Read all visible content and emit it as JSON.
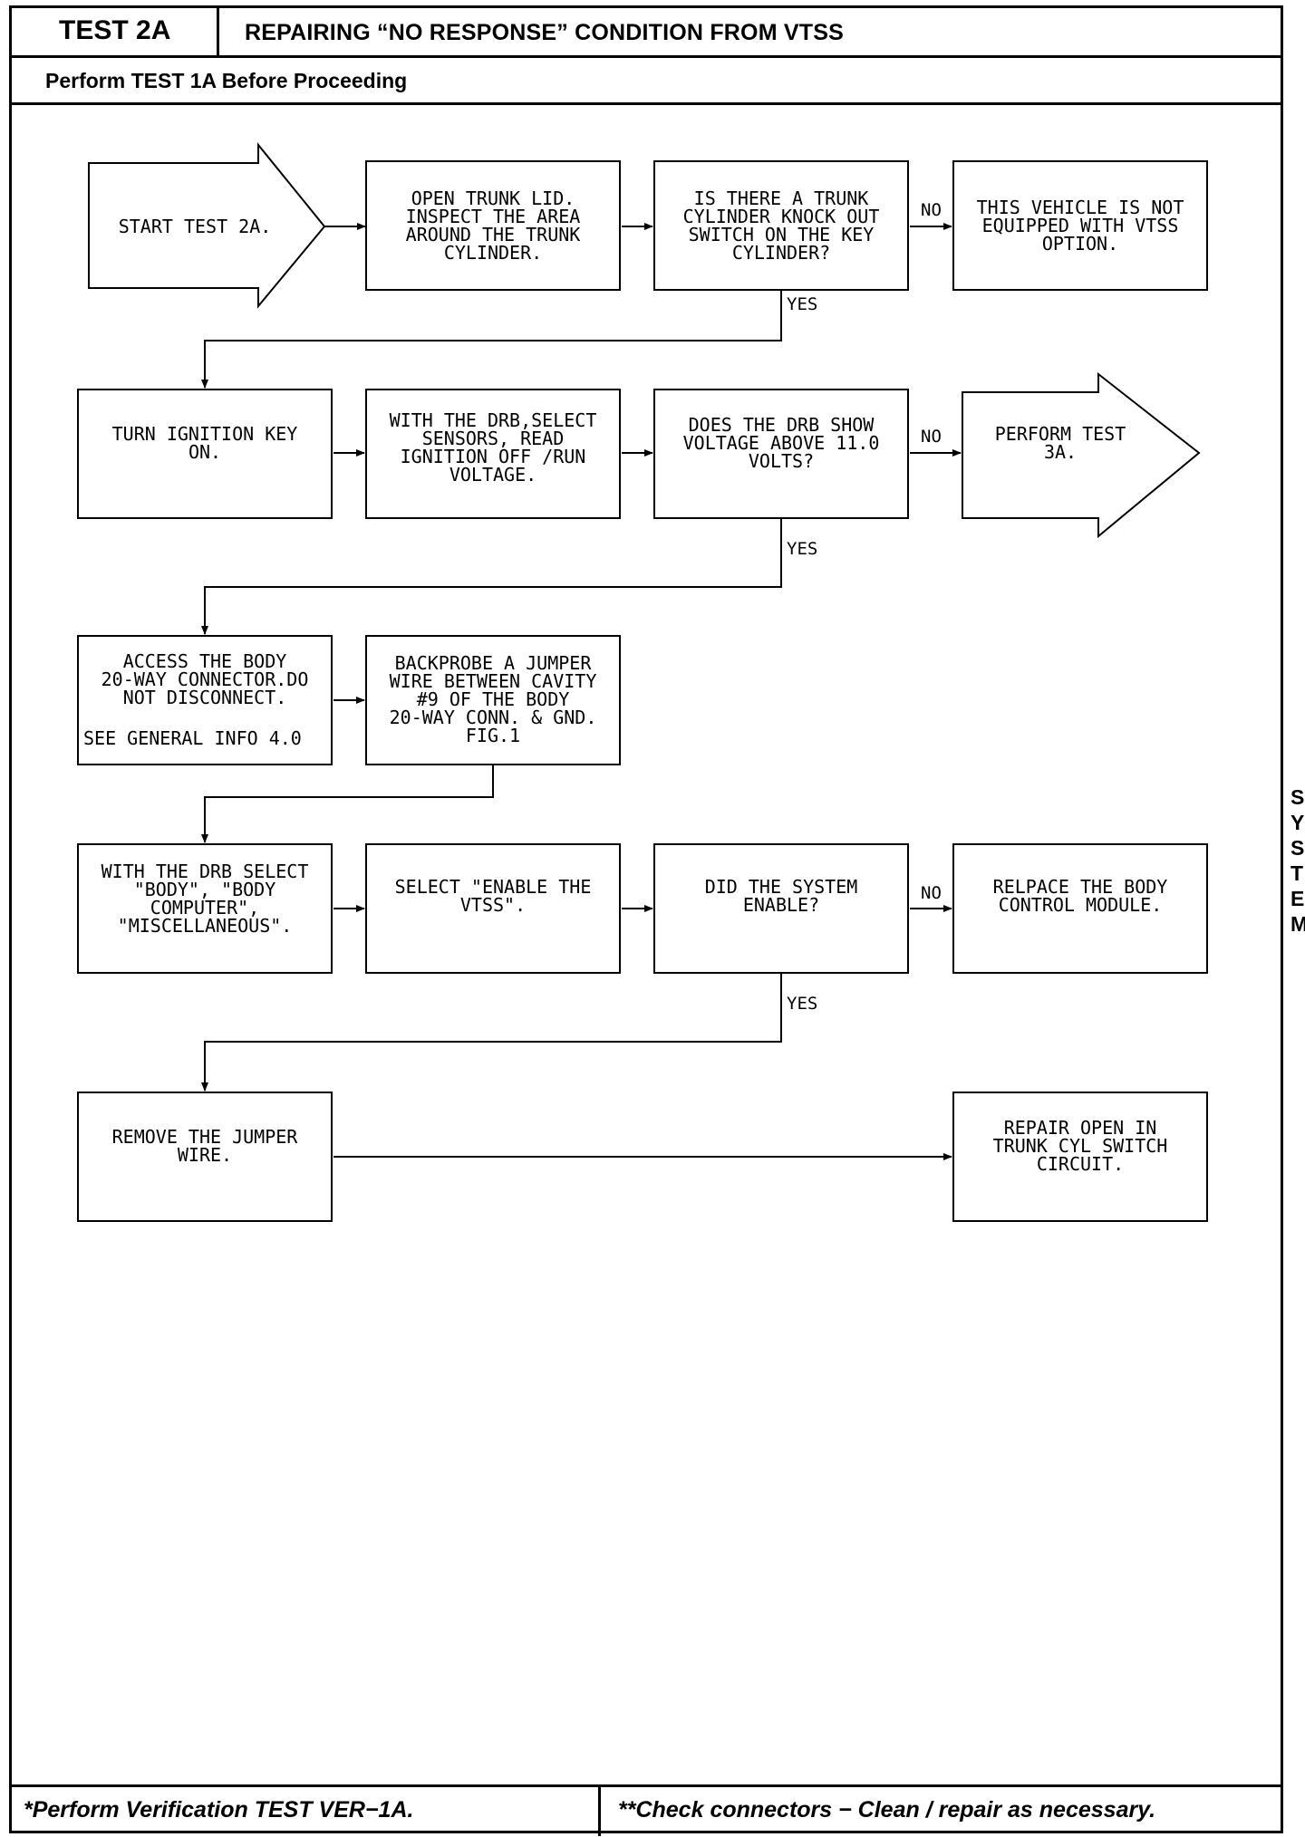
{
  "header": {
    "test_id": "TEST 2A",
    "title": "REPAIRING “NO RESPONSE” CONDITION FROM VTSS",
    "subtitle": "Perform TEST 1A Before Proceeding"
  },
  "flow": {
    "start": [
      "START TEST 2A."
    ],
    "open_trunk": [
      "OPEN TRUNK LID.",
      "INSPECT THE AREA",
      "AROUND THE TRUNK",
      "CYLINDER."
    ],
    "knockout_q": [
      "IS THERE A TRUNK",
      "CYLINDER KNOCK OUT",
      "SWITCH ON THE KEY",
      "CYLINDER?"
    ],
    "not_equipped": [
      "THIS VEHICLE IS NOT",
      "EQUIPPED WITH VTSS",
      "OPTION."
    ],
    "ignition_on": [
      "TURN IGNITION KEY",
      "ON."
    ],
    "drb_sensors": [
      "WITH THE DRB,SELECT",
      "SENSORS, READ",
      "IGNITION OFF /RUN",
      "VOLTAGE."
    ],
    "voltage_q": [
      "DOES THE DRB SHOW",
      "VOLTAGE ABOVE 11.0",
      "VOLTS?"
    ],
    "test3a": [
      "PERFORM TEST",
      "3A."
    ],
    "access_connector": [
      "ACCESS THE BODY",
      "20-WAY CONNECTOR.DO",
      "NOT DISCONNECT."
    ],
    "access_connector_note": "SEE GENERAL INFO 4.0",
    "backprobe": [
      "BACKPROBE A JUMPER",
      "WIRE BETWEEN CAVITY",
      "#9 OF THE BODY",
      "20-WAY CONN. & GND.",
      "FIG.1"
    ],
    "drb_select": [
      "WITH THE DRB SELECT",
      "\"BODY\", \"BODY",
      "COMPUTER\",",
      "\"MISCELLANEOUS\"."
    ],
    "enable_vtss": [
      "SELECT \"ENABLE THE",
      "VTSS\"."
    ],
    "enable_q": [
      "DID THE SYSTEM",
      "ENABLE?"
    ],
    "replace_bcm": [
      "RELPACE THE BODY",
      "CONTROL MODULE."
    ],
    "remove_jumper": [
      "REMOVE THE JUMPER",
      "WIRE."
    ],
    "repair_open": [
      "REPAIR OPEN IN",
      "TRUNK CYL SWITCH",
      "CIRCUIT."
    ],
    "labels": {
      "no": "NO",
      "yes": "YES"
    }
  },
  "side_letters": [
    "S",
    "Y",
    "S",
    "T",
    "E",
    "M"
  ],
  "footer": {
    "left": "*Perform Verification TEST VER−1A.",
    "right": "**Check connectors − Clean / repair as necessary."
  }
}
